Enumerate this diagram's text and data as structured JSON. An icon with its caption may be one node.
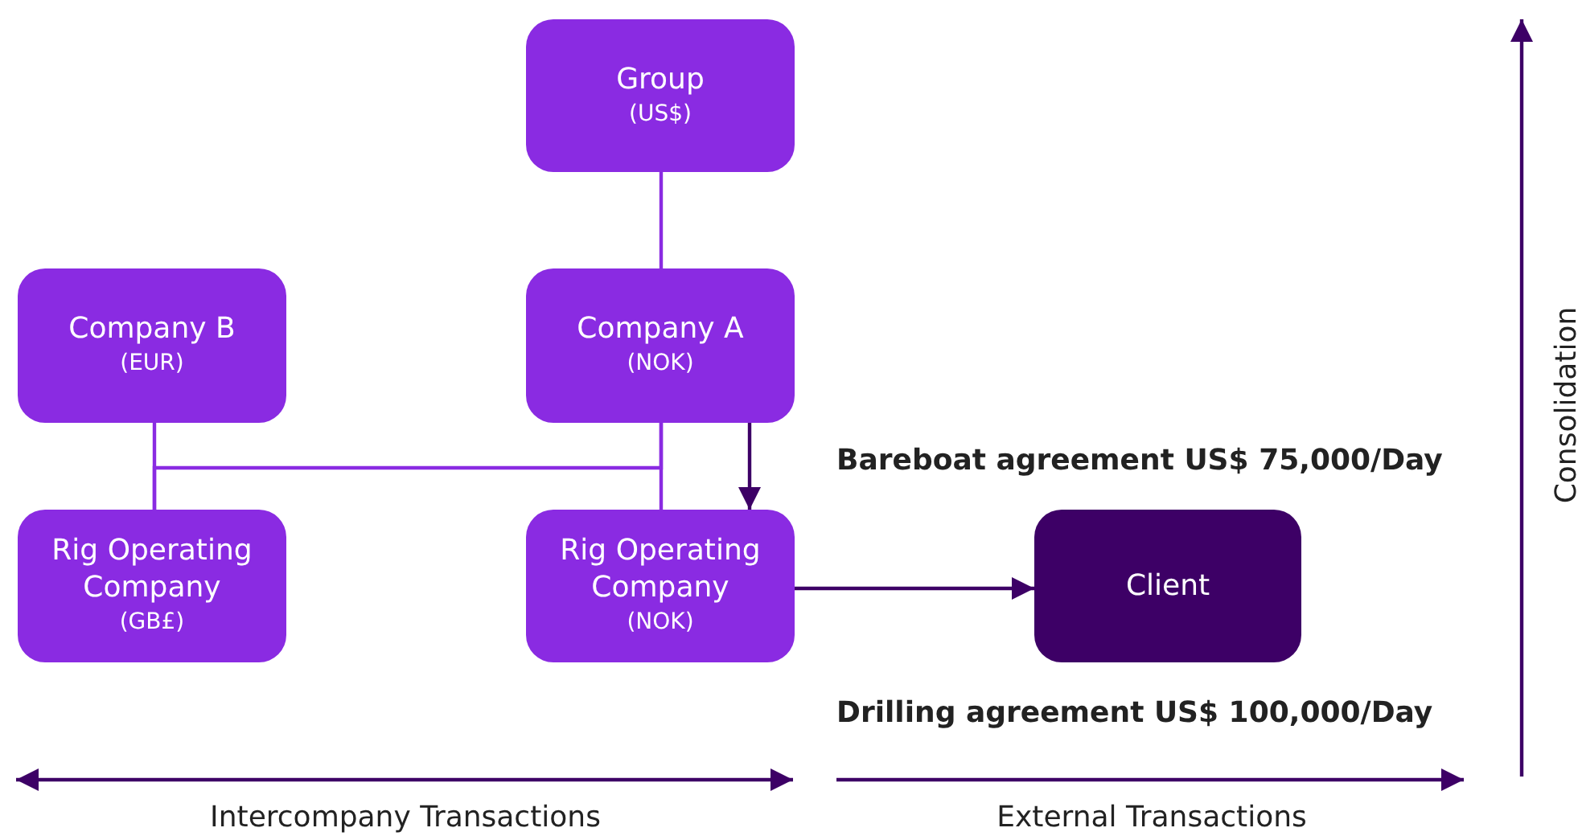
{
  "diagram": {
    "nodes": [
      {
        "text": [
          "Group",
          "(US$)"
        ]
      },
      {
        "text": [
          "Company B",
          "(EUR)"
        ]
      },
      {
        "text": [
          "Company A",
          "(NOK)"
        ]
      },
      {
        "text": [
          "Rig Operating Company",
          "(GB£)"
        ]
      },
      {
        "text": [
          "Rig Operating Company",
          "(NOK)"
        ]
      },
      {
        "text": [
          "Client"
        ]
      }
    ],
    "edges": [
      {
        "from": 0,
        "to": 2,
        "arrow": "none"
      },
      {
        "from": 1,
        "to": 3,
        "arrow": "none"
      },
      {
        "from": 2,
        "to": 4,
        "arrow": "none"
      },
      {
        "from": 2,
        "to": 3,
        "arrow": "none"
      },
      {
        "from": 2,
        "to": 4,
        "arrow": "to",
        "color": "#3d0066",
        "label": "Bareboat agreement US$ 75,000/Day"
      },
      {
        "from": 4,
        "to": 5,
        "arrow": "to",
        "color": "#3d0066",
        "label": "Drilling agreement US$ 100,000/Day"
      }
    ],
    "labels": [
      "Consolidation",
      "Intercompany Transactions",
      "External Transactions"
    ]
  }
}
